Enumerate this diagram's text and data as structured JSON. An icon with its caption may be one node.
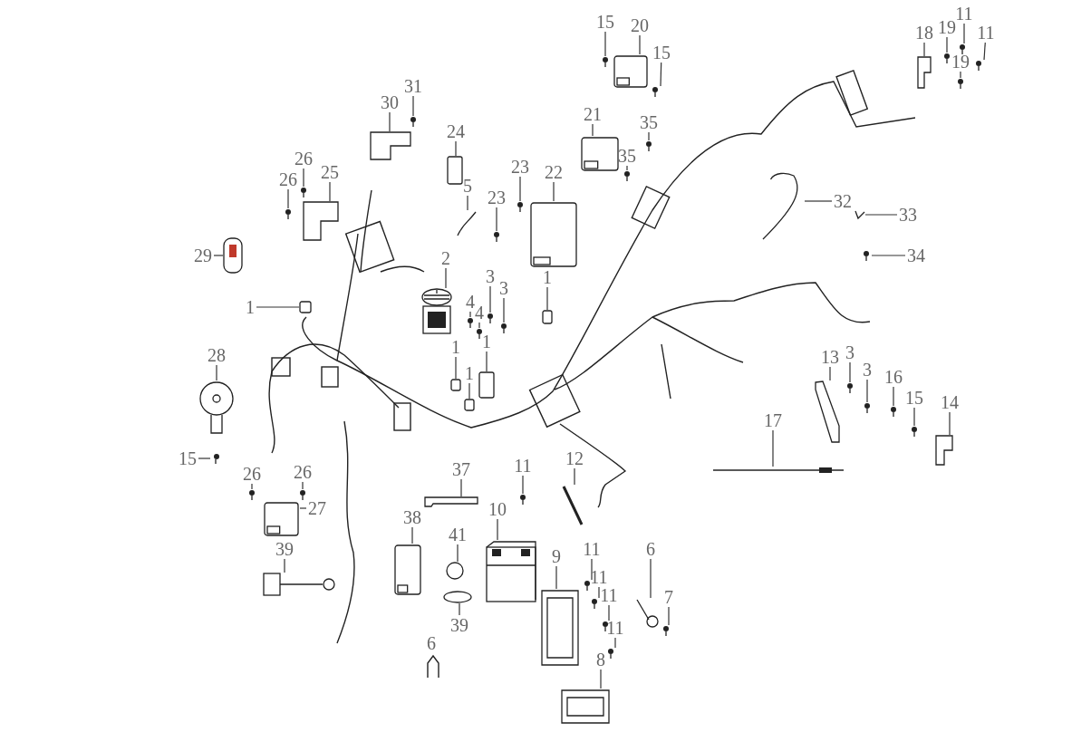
{
  "diagram": {
    "nodes": [
      {
        "text": [
          "15"
        ]
      },
      {
        "text": [
          "20"
        ]
      },
      {
        "text": [
          "15"
        ]
      },
      {
        "text": [
          "18"
        ]
      },
      {
        "text": [
          "19"
        ]
      },
      {
        "text": [
          "11"
        ]
      },
      {
        "text": [
          "11"
        ]
      },
      {
        "text": [
          "19"
        ]
      },
      {
        "text": [
          "31"
        ]
      },
      {
        "text": [
          "30"
        ]
      },
      {
        "text": [
          "35"
        ]
      },
      {
        "text": [
          "21"
        ]
      },
      {
        "text": [
          "24"
        ]
      },
      {
        "text": [
          "35"
        ]
      },
      {
        "text": [
          "26"
        ]
      },
      {
        "text": [
          "23"
        ]
      },
      {
        "text": [
          "22"
        ]
      },
      {
        "text": [
          "25"
        ]
      },
      {
        "text": [
          "26"
        ]
      },
      {
        "text": [
          "5"
        ]
      },
      {
        "text": [
          "32"
        ]
      },
      {
        "text": [
          "23"
        ]
      },
      {
        "text": [
          "33"
        ]
      },
      {
        "text": [
          "29"
        ]
      },
      {
        "text": [
          "34"
        ]
      },
      {
        "text": [
          "2"
        ]
      },
      {
        "text": [
          "1"
        ]
      },
      {
        "text": [
          "3"
        ]
      },
      {
        "text": [
          "3"
        ]
      },
      {
        "text": [
          "1"
        ]
      },
      {
        "text": [
          "4"
        ]
      },
      {
        "text": [
          "4"
        ]
      },
      {
        "text": [
          "1"
        ]
      },
      {
        "text": [
          "1"
        ]
      },
      {
        "text": [
          "1"
        ]
      },
      {
        "text": [
          "28"
        ]
      },
      {
        "text": [
          "13"
        ]
      },
      {
        "text": [
          "3"
        ]
      },
      {
        "text": [
          "3"
        ]
      },
      {
        "text": [
          "16"
        ]
      },
      {
        "text": [
          "15"
        ]
      },
      {
        "text": [
          "14"
        ]
      },
      {
        "text": [
          "17"
        ]
      },
      {
        "text": [
          "15"
        ]
      },
      {
        "text": [
          "11"
        ]
      },
      {
        "text": [
          "12"
        ]
      },
      {
        "text": [
          "37"
        ]
      },
      {
        "text": [
          "26"
        ]
      },
      {
        "text": [
          "26"
        ]
      },
      {
        "text": [
          "27"
        ]
      },
      {
        "text": [
          "10"
        ]
      },
      {
        "text": [
          "38"
        ]
      },
      {
        "text": [
          "41"
        ]
      },
      {
        "text": [
          "39"
        ]
      },
      {
        "text": [
          "11"
        ]
      },
      {
        "text": [
          "9"
        ]
      },
      {
        "text": [
          "6"
        ]
      },
      {
        "text": [
          "11"
        ]
      },
      {
        "text": [
          "11"
        ]
      },
      {
        "text": [
          "7"
        ]
      },
      {
        "text": [
          "11"
        ]
      },
      {
        "text": [
          "39"
        ]
      },
      {
        "text": [
          "8"
        ]
      },
      {
        "text": [],
        "shape": "picture"
      },
      {
        "text": [],
        "shape": "picture"
      },
      {
        "text": [],
        "shape": "picture"
      },
      {
        "text": [],
        "shape": "picture"
      },
      {
        "text": [],
        "shape": "picture"
      },
      {
        "text": [],
        "shape": "picture"
      },
      {
        "text": [],
        "shape": "picture"
      },
      {
        "text": [],
        "shape": "picture"
      },
      {
        "text": [],
        "shape": "picture"
      },
      {
        "text": [],
        "shape": "picture"
      },
      {
        "text": [],
        "shape": "picture"
      },
      {
        "text": [],
        "shape": "picture"
      },
      {
        "text": [],
        "shape": "box"
      },
      {
        "text": [],
        "shape": "picture"
      },
      {
        "text": [],
        "shape": "picture"
      },
      {
        "text": [],
        "shape": "picture"
      },
      {
        "text": [],
        "shape": "picture"
      },
      {
        "text": [],
        "shape": "picture"
      },
      {
        "text": [],
        "shape": "picture"
      },
      {
        "text": [],
        "shape": "picture"
      },
      {
        "text": [],
        "shape": "picture"
      },
      {
        "text": [],
        "shape": "picture"
      },
      {
        "text": [],
        "shape": "picture"
      },
      {
        "text": [],
        "shape": "picture"
      },
      {
        "text": [],
        "shape": "picture"
      },
      {
        "text": [],
        "shape": "picture"
      },
      {
        "text": [],
        "shape": "box"
      },
      {
        "text": [],
        "shape": "picture"
      },
      {
        "text": [],
        "shape": "picture"
      },
      {
        "text": [],
        "shape": "box"
      },
      {
        "text": [],
        "shape": "picture"
      },
      {
        "text": [],
        "shape": "picture"
      },
      {
        "text": [],
        "shape": "box"
      },
      {
        "text": [],
        "shape": "box"
      },
      {
        "text": [],
        "shape": "box"
      },
      {
        "text": [],
        "shape": "picture"
      },
      {
        "text": [],
        "shape": "picture"
      },
      {
        "text": [],
        "shape": "picture"
      },
      {
        "text": [],
        "shape": "picture"
      },
      {
        "text": [],
        "shape": "picture"
      },
      {
        "text": [],
        "shape": "picture"
      },
      {
        "text": [],
        "shape": "picture"
      },
      {
        "text": [],
        "shape": "picture"
      },
      {
        "text": [],
        "shape": "picture"
      },
      {
        "text": [],
        "shape": "picture"
      },
      {
        "text": [],
        "shape": "picture"
      },
      {
        "text": [],
        "shape": "picture"
      },
      {
        "text": [],
        "shape": "picture"
      },
      {
        "text": [],
        "shape": "picture"
      },
      {
        "text": [],
        "shape": "picture"
      },
      {
        "text": [],
        "shape": "picture"
      },
      {
        "text": [],
        "shape": "picture"
      },
      {
        "text": [],
        "shape": "circle"
      },
      {
        "text": [],
        "shape": "picture"
      },
      {
        "text": [],
        "shape": "picture"
      },
      {
        "text": [],
        "shape": "picture"
      },
      {
        "text": [],
        "shape": "picture"
      },
      {
        "text": [],
        "shape": "picture"
      },
      {
        "text": [],
        "shape": "picture"
      },
      {
        "text": [],
        "shape": "picture"
      },
      {
        "text": [],
        "shape": "picture"
      },
      {
        "text": [],
        "shape": "circle"
      },
      {
        "text": [],
        "shape": "picture"
      }
    ],
    "edges": [
      {
        "from": 0,
        "to": 63,
        "arrow": "none"
      },
      {
        "from": 1,
        "to": 64,
        "arrow": "none"
      },
      {
        "from": 2,
        "to": 65,
        "arrow": "none"
      },
      {
        "from": 3,
        "to": 66,
        "arrow": "none"
      },
      {
        "from": 4,
        "to": 67,
        "arrow": "none"
      },
      {
        "from": 5,
        "to": 68,
        "arrow": "none"
      },
      {
        "from": 6,
        "to": 69,
        "arrow": "none"
      },
      {
        "from": 7,
        "to": 70,
        "arrow": "none"
      },
      {
        "from": 8,
        "to": 71,
        "arrow": "none"
      },
      {
        "from": 9,
        "to": 72,
        "arrow": "none"
      },
      {
        "from": 10,
        "to": 73,
        "arrow": "none"
      },
      {
        "from": 11,
        "to": 74,
        "arrow": "none"
      },
      {
        "from": 12,
        "to": 75,
        "arrow": "none"
      },
      {
        "from": 13,
        "to": 76,
        "arrow": "none"
      },
      {
        "from": 14,
        "to": 77,
        "arrow": "none"
      },
      {
        "from": 15,
        "to": 78,
        "arrow": "none"
      },
      {
        "from": 16,
        "to": 79,
        "arrow": "none"
      },
      {
        "from": 17,
        "to": 80,
        "arrow": "none"
      },
      {
        "from": 18,
        "to": 81,
        "arrow": "none"
      },
      {
        "from": 19,
        "to": 82,
        "arrow": "none"
      },
      {
        "from": 20,
        "to": 83,
        "arrow": "none"
      },
      {
        "from": 21,
        "to": 84,
        "arrow": "none"
      },
      {
        "from": 22,
        "to": 85,
        "arrow": "none"
      },
      {
        "from": 23,
        "to": 86,
        "arrow": "none"
      },
      {
        "from": 24,
        "to": 87,
        "arrow": "none"
      },
      {
        "from": 25,
        "to": 88,
        "arrow": "none"
      },
      {
        "from": 26,
        "to": 89,
        "arrow": "none"
      },
      {
        "from": 27,
        "to": 90,
        "arrow": "none"
      },
      {
        "from": 28,
        "to": 91,
        "arrow": "none"
      },
      {
        "from": 29,
        "to": 92,
        "arrow": "none"
      },
      {
        "from": 30,
        "to": 93,
        "arrow": "none"
      },
      {
        "from": 31,
        "to": 94,
        "arrow": "none"
      },
      {
        "from": 32,
        "to": 95,
        "arrow": "none"
      },
      {
        "from": 33,
        "to": 96,
        "arrow": "none"
      },
      {
        "from": 34,
        "to": 97,
        "arrow": "none"
      },
      {
        "from": 35,
        "to": 98,
        "arrow": "none"
      },
      {
        "from": 36,
        "to": 99,
        "arrow": "none"
      },
      {
        "from": 37,
        "to": 100,
        "arrow": "none"
      },
      {
        "from": 38,
        "to": 101,
        "arrow": "none"
      },
      {
        "from": 39,
        "to": 102,
        "arrow": "none"
      },
      {
        "from": 40,
        "to": 103,
        "arrow": "none"
      },
      {
        "from": 41,
        "to": 104,
        "arrow": "none"
      },
      {
        "from": 42,
        "to": 105,
        "arrow": "none"
      },
      {
        "from": 43,
        "to": 106,
        "arrow": "none"
      },
      {
        "from": 44,
        "to": 107,
        "arrow": "none"
      },
      {
        "from": 45,
        "to": 108,
        "arrow": "none"
      },
      {
        "from": 46,
        "to": 109,
        "arrow": "none"
      },
      {
        "from": 47,
        "to": 110,
        "arrow": "none"
      },
      {
        "from": 48,
        "to": 111,
        "arrow": "none"
      },
      {
        "from": 49,
        "to": 112,
        "arrow": "none"
      },
      {
        "from": 50,
        "to": 113,
        "arrow": "none"
      },
      {
        "from": 51,
        "to": 114,
        "arrow": "none"
      },
      {
        "from": 52,
        "to": 115,
        "arrow": "none"
      },
      {
        "from": 53,
        "to": 116,
        "arrow": "none"
      },
      {
        "from": 54,
        "to": 117,
        "arrow": "none"
      },
      {
        "from": 55,
        "to": 118,
        "arrow": "none"
      },
      {
        "from": 56,
        "to": 119,
        "arrow": "none"
      },
      {
        "from": 57,
        "to": 120,
        "arrow": "none"
      },
      {
        "from": 58,
        "to": 121,
        "arrow": "none"
      },
      {
        "from": 59,
        "to": 122,
        "arrow": "none"
      },
      {
        "from": 60,
        "to": 123,
        "arrow": "none"
      },
      {
        "from": 61,
        "to": 124,
        "arrow": "none"
      },
      {
        "from": 62,
        "to": 125,
        "arrow": "none"
      }
    ],
    "labels": [
      "6"
    ]
  }
}
